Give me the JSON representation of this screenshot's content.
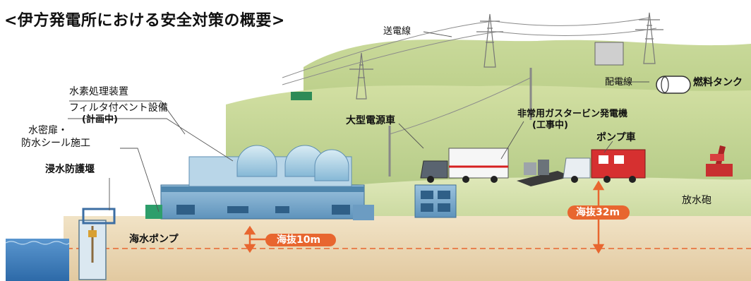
{
  "title": "<伊方発電所における安全対策の概要>",
  "labels": {
    "transmission_line": "送電線",
    "distribution_line": "配電線",
    "fuel_tank": "燃料タンク",
    "hydrogen_equipment": "水素処理装置",
    "filter_vent": "フィルタ付ベント設備",
    "filter_vent_status": "(計画中)",
    "watertight_door": "水密扉・",
    "waterproof_seal": "防水シール施工",
    "flood_barrier": "浸水防護堰",
    "large_power_vehicle": "大型電源車",
    "gas_turbine": "非常用ガスタービン発電機",
    "gas_turbine_status": "(工事中)",
    "pump_truck": "ポンプ車",
    "water_cannon": "放水砲",
    "seawater_pump": "海水ポンプ",
    "elevation_10m": "海抜10m",
    "elevation_32m": "海抜32m"
  },
  "colors": {
    "hill_light": "#d7e3a8",
    "hill_mid": "#b6cc82",
    "hill_dark": "#93ad5e",
    "building_blue": "#6fa3c7",
    "sea": "#3e7fbf",
    "ground": "#ecdcbc",
    "elevation_pill": "#e8662f"
  }
}
